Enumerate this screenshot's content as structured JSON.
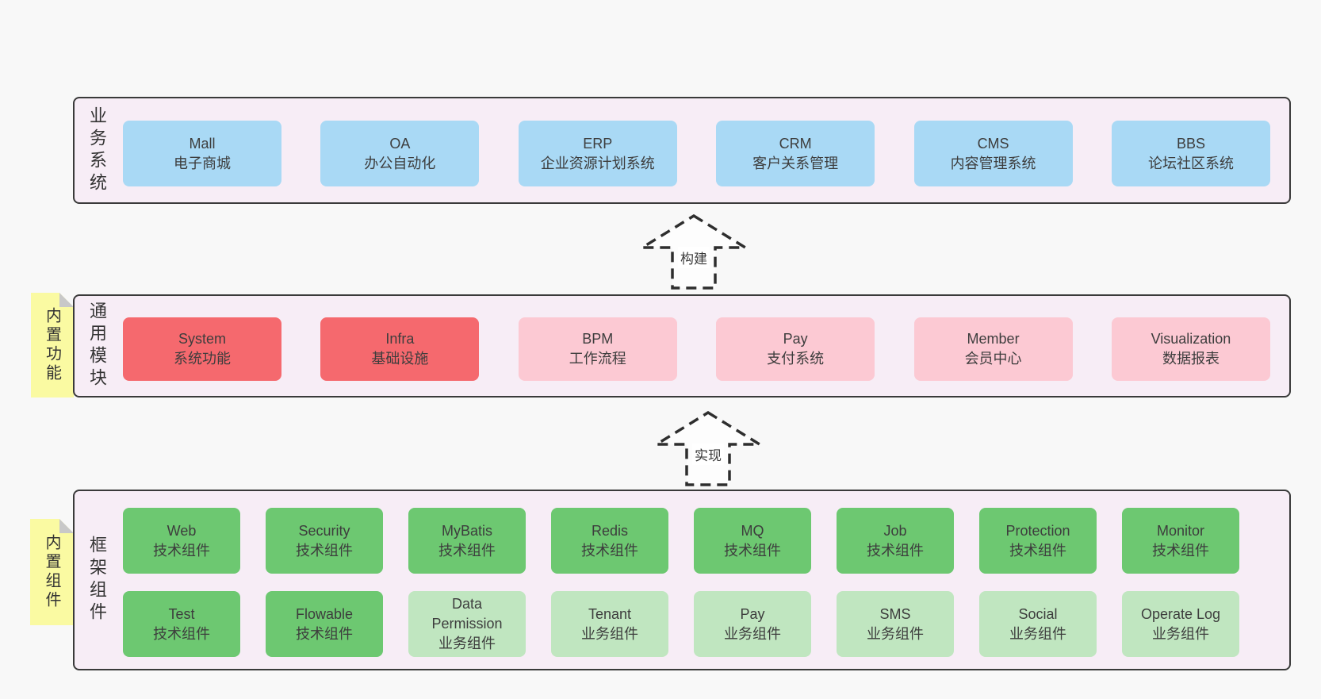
{
  "palette": {
    "page_bg": "#f8f8f8",
    "band_bg": "#f7edf6",
    "band_border": "#3a3a3a",
    "blue_box": "#a9d9f5",
    "red_box": "#f5696e",
    "pink_box": "#fcc9d3",
    "green_box": "#6dc871",
    "light_green_box": "#c0e6c0",
    "sticky_yellow": "#fafaa2",
    "fold_gray": "#c8c8c8",
    "text": "#3a3a3a"
  },
  "arrows": [
    {
      "label": "构建"
    },
    {
      "label": "实现"
    }
  ],
  "sections": [
    {
      "label": "业务系统",
      "boxes": [
        {
          "title": "Mall",
          "subtitle": "电子商城"
        },
        {
          "title": "OA",
          "subtitle": "办公自动化"
        },
        {
          "title": "ERP",
          "subtitle": "企业资源计划系统"
        },
        {
          "title": "CRM",
          "subtitle": "客户关系管理"
        },
        {
          "title": "CMS",
          "subtitle": "内容管理系统"
        },
        {
          "title": "BBS",
          "subtitle": "论坛社区系统"
        }
      ]
    },
    {
      "label": "通用模块",
      "sticky": "内置功能",
      "boxes": [
        {
          "title": "System",
          "subtitle": "系统功能"
        },
        {
          "title": "Infra",
          "subtitle": "基础设施"
        },
        {
          "title": "BPM",
          "subtitle": "工作流程"
        },
        {
          "title": "Pay",
          "subtitle": "支付系统"
        },
        {
          "title": "Member",
          "subtitle": "会员中心"
        },
        {
          "title": "Visualization",
          "subtitle": "数据报表"
        }
      ]
    },
    {
      "label": "框架组件",
      "sticky": "内置组件",
      "rows": [
        [
          {
            "title": "Web",
            "subtitle": "技术组件"
          },
          {
            "title": "Security",
            "subtitle": "技术组件"
          },
          {
            "title": "MyBatis",
            "subtitle": "技术组件"
          },
          {
            "title": "Redis",
            "subtitle": "技术组件"
          },
          {
            "title": "MQ",
            "subtitle": "技术组件"
          },
          {
            "title": "Job",
            "subtitle": "技术组件"
          },
          {
            "title": "Protection",
            "subtitle": "技术组件"
          },
          {
            "title": "Monitor",
            "subtitle": "技术组件"
          }
        ],
        [
          {
            "title": "Test",
            "subtitle": "技术组件"
          },
          {
            "title": "Flowable",
            "subtitle": "技术组件"
          },
          {
            "title": "Data Permission",
            "subtitle": "业务组件"
          },
          {
            "title": "Tenant",
            "subtitle": "业务组件"
          },
          {
            "title": "Pay",
            "subtitle": "业务组件"
          },
          {
            "title": "SMS",
            "subtitle": "业务组件"
          },
          {
            "title": "Social",
            "subtitle": "业务组件"
          },
          {
            "title": "Operate Log",
            "subtitle": "业务组件"
          }
        ]
      ]
    }
  ]
}
